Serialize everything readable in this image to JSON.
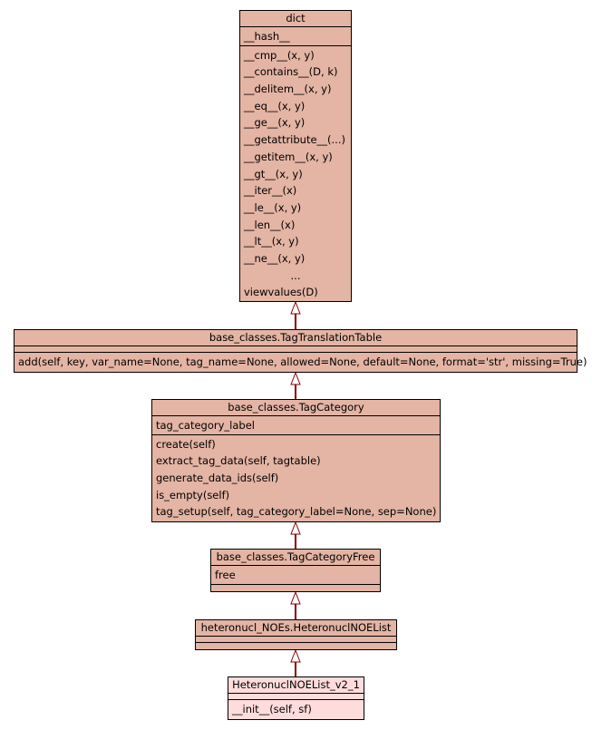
{
  "classes": {
    "dict": {
      "name": "dict",
      "attributes": [
        "__hash__"
      ],
      "methods": [
        "__cmp__(x, y)",
        "__contains__(D, k)",
        "__delitem__(x, y)",
        "__eq__(x, y)",
        "__ge__(x, y)",
        "__getattribute__(...)",
        "__getitem__(x, y)",
        "__gt__(x, y)",
        "__iter__(x)",
        "__le__(x, y)",
        "__len__(x)",
        "__lt__(x, y)",
        "__ne__(x, y)",
        "...",
        "viewvalues(D)"
      ]
    },
    "tag_translation_table": {
      "name": "base_classes.TagTranslationTable",
      "attributes": [],
      "methods": [
        "add(self, key, var_name=None, tag_name=None, allowed=None, default=None, format='str', missing=True)"
      ]
    },
    "tag_category": {
      "name": "base_classes.TagCategory",
      "attributes": [
        "tag_category_label"
      ],
      "methods": [
        "create(self)",
        "extract_tag_data(self, tagtable)",
        "generate_data_ids(self)",
        "is_empty(self)",
        "tag_setup(self, tag_category_label=None, sep=None)"
      ]
    },
    "tag_category_free": {
      "name": "base_classes.TagCategoryFree",
      "attributes": [
        "free"
      ],
      "methods": []
    },
    "heteronucl_noe_list": {
      "name": "heteronucl_NOEs.HeteronuclNOEList",
      "attributes": [],
      "methods": []
    },
    "heteronucl_noe_list_v2_1": {
      "name": "HeteronuclNOEList_v2_1",
      "attributes": [],
      "methods": [
        "__init__(self, sf)"
      ]
    }
  },
  "colors": {
    "class_fill": "#e4b4a4",
    "leaf_fill": "#ffdcdc",
    "edge": "#8b0000"
  }
}
